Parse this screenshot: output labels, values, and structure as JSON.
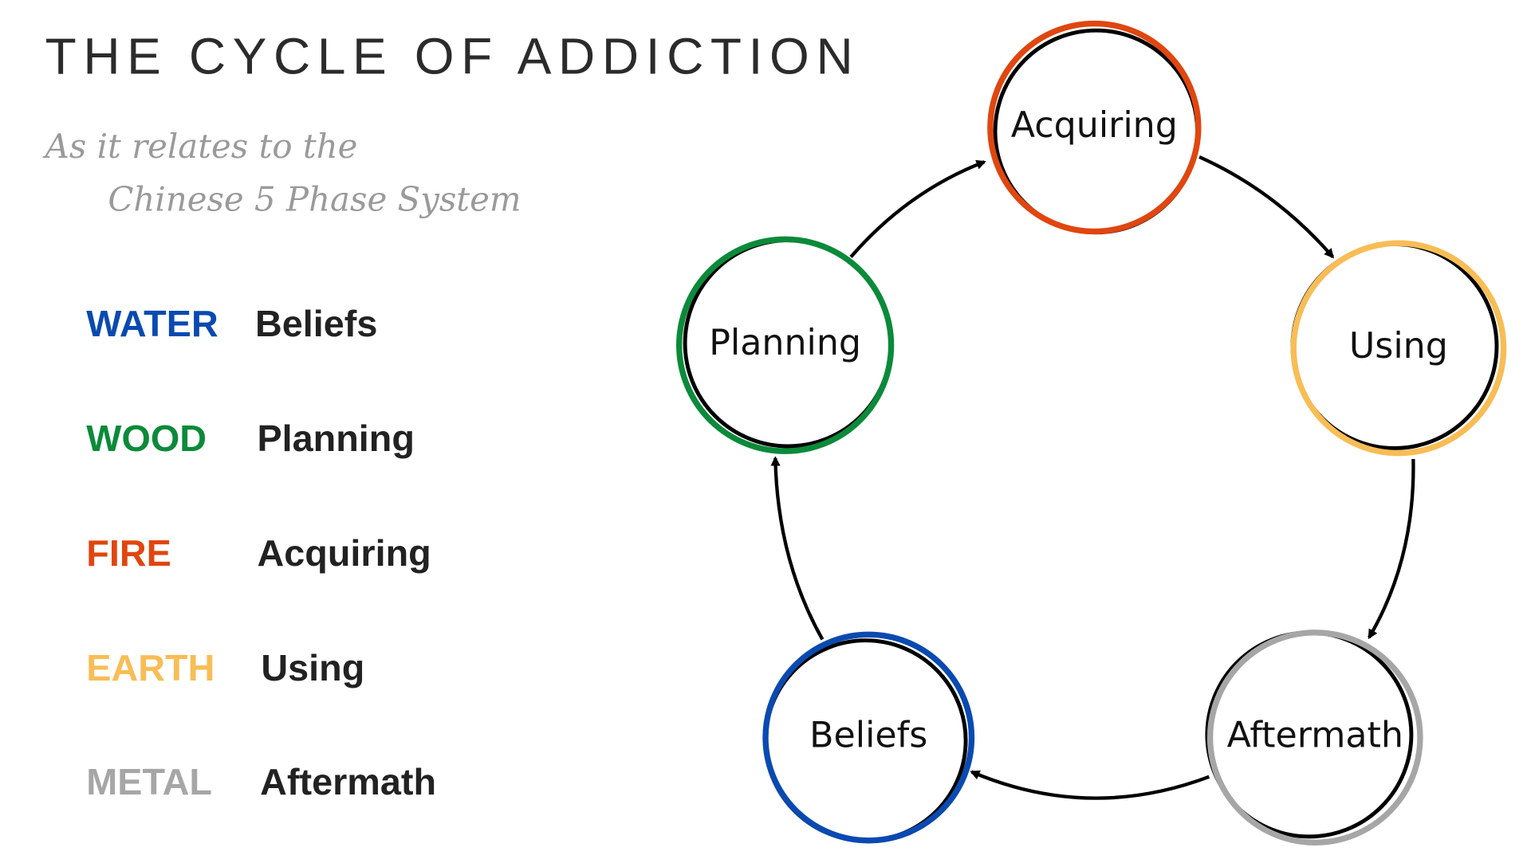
{
  "title": "THE CYCLE OF ADDICTION",
  "subtitle": {
    "line1": "As it relates to the",
    "line2": "Chinese 5 Phase System"
  },
  "legend": [
    {
      "element": "WATER",
      "phase": "Beliefs",
      "color": "#0a4ab0"
    },
    {
      "element": "WOOD",
      "phase": "Planning",
      "color": "#0b8a3a"
    },
    {
      "element": "FIRE",
      "phase": "Acquiring",
      "color": "#e0460f"
    },
    {
      "element": "EARTH",
      "phase": "Using",
      "color": "#f8bd55"
    },
    {
      "element": "METAL",
      "phase": "Aftermath",
      "color": "#a6a6a6"
    }
  ],
  "nodes": [
    {
      "label": "Acquiring",
      "color": "#e0460f"
    },
    {
      "label": "Using",
      "color": "#f8bd55"
    },
    {
      "label": "Aftermath",
      "color": "#a6a6a6"
    },
    {
      "label": "Beliefs",
      "color": "#0a4ab0"
    },
    {
      "label": "Planning",
      "color": "#0b8a3a"
    }
  ]
}
